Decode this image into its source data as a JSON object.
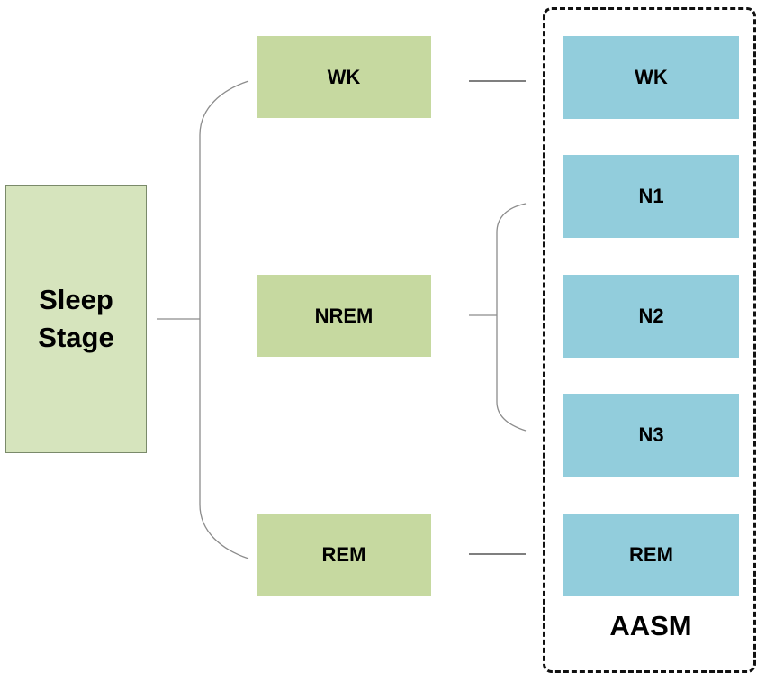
{
  "root": {
    "label_line1": "Sleep",
    "label_line2": "Stage"
  },
  "level1": [
    {
      "label": "WK"
    },
    {
      "label": "NREM"
    },
    {
      "label": "REM"
    }
  ],
  "aasm": {
    "title": "AASM",
    "stages": [
      {
        "label": "WK"
      },
      {
        "label": "N1"
      },
      {
        "label": "N2"
      },
      {
        "label": "N3"
      },
      {
        "label": "REM"
      }
    ]
  },
  "colors": {
    "root_fill": "#d6e4bd",
    "level1_fill": "#c6d9a0",
    "aasm_fill": "#92cddc",
    "connector": "#8c8c8c",
    "frame_border": "#111111"
  }
}
